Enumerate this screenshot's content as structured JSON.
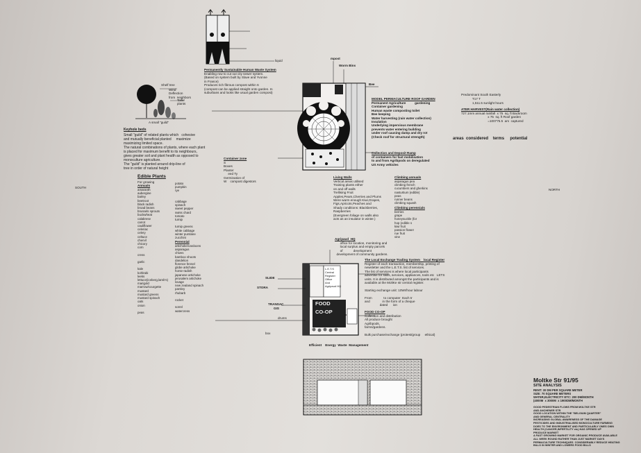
{
  "waste": {
    "title": "Permanently Sustainable Human Waste System",
    "body": "Enabling row to cut out city sewer system.\n(Based on system built by Slave and Yvonne\nin France)\nProduces rich fibrous compost within 6\n(compost can be applied straight onto garden. In\nsuburbans and looks like usual garden compost)",
    "liquid": "liquid"
  },
  "compost": {
    "compost": "mpost",
    "worm": "Worm Bins",
    "bee": "Bee"
  },
  "keyhole": {
    "shade": "Shelf tree",
    "lbl2": "Wind\nDeflection\nfrom  neighbors",
    "lbl3": "Taller\nplants",
    "caption": "A small \"guild\"",
    "title": "Keyhole beds",
    "body": "Small \"guild\" of related plants which   cohesive\nand mutually beneficial planted     maximize\nmaximizing limited space.\nThe natural combinations of plants, where each plant\nis placed for maximum benefit to its neighbours,\ngives greater soil and plant health as opposed to\nmonoculture agriculture.\nThe \"guild\" is planted around drip-line of\ntree in order of natural height"
  },
  "roof": {
    "title": "MODEL PERMACULTURE ROOF GARDEN",
    "body": "Permanent Agriculture          gardening\nContainer gardening\nHuman waste composting toilet\nBee keeping\nWater harvesting (rain water collection)\nInsulation\nUnderlying impervious membrane\nprevents water entering building\nunder roof causing damp and dry rot\n(Check roof for structural strength)"
  },
  "solar": {
    "line1": "Predominant South Easterly",
    "line2": "T17 T",
    "line3": "1,511.5 sunlight hours",
    "title": "ATER HARVEST(Rain water collection)",
    "line4": "727.1mm annual rainfall  x 75  sq. ft Backroom\n                              x 75  sq. ft Roof garden\n                              =100775.5  am  captured"
  },
  "areas": "areas  considered    terms     potential",
  "ramp": {
    "title": "Collection and Deposit Ramp",
    "body": "of containers for fast mobilisation\nto and from Agribpods on deregulated\nUS Army vehicles"
  },
  "container": {
    "title": "Container zone",
    "body": "S\nBoxes\nPlanter\n     eed Ty\nGermination of\nW    compost digestors"
  },
  "compass": {
    "south": "SOUTH",
    "north": "NORTH"
  },
  "edible": {
    "title": "Edible Plants",
    "subtitle": "For growing",
    "annuals": "Annuals",
    "col1": [
      "amaranth",
      "aubergine",
      "barley",
      "beetroot",
      "black radish",
      "broad beans",
      "brussels sprouts",
      "buckwheat",
      "calabrese",
      "carrot",
      "cauliflower",
      "celeriac",
      "celery",
      "celtuce",
      "chervil",
      "chicory",
      "corn",
      "",
      "cress",
      "",
      "garlic",
      "",
      "kale",
      "kohlrabi",
      "leeks",
      "lettuce(iceberg,lamb's)",
      "marigold",
      "marrow/courgette",
      "mustard",
      "mustard greens",
      "mustard spinach",
      "oats",
      "onion",
      "",
      "peas",
      "",
      "",
      "",
      ""
    ],
    "col2": [
      "potato",
      "pumpkin",
      "rye",
      "",
      "",
      "cabbage",
      "spinach",
      "sweet pepper",
      "swiss chard",
      "tomato",
      "turnip",
      "",
      "turnip greens",
      "white cabbage",
      "winter purslane",
      "zucchini"
    ],
    "perennial": "Perennial",
    "col3": [
      "artichoke/cardoons",
      "asparagus",
      "chives",
      "bamboo shoots",
      "dandelion",
      "florence fennel",
      "globe artichoke",
      "horse-radish",
      "japanese artichoke",
      "jerusalem artichoke",
      "lovage",
      "new zealand spinach",
      "parsley",
      "rhubarb",
      "",
      "rocket",
      "",
      "sorrel",
      "watercress",
      ""
    ]
  },
  "walls": {
    "title": "Living Walls",
    "body": "Vertical areas utilised\nTraining plants either\non and off walls\nTrellising Fruit\nApples,Pears,Cherries and Plums\nWere warm enough Kiwi,Grapes,\nFigs,Apricots,Peaches and\nShady conditions: Blackberries,\nRaspberries\n(Evergreen foliage on walls also\nacts as an insulator in winter.)"
  },
  "climbing": {
    "title": "Climbing annuals",
    "list1": [
      "asparagus pea",
      "climbing french",
      "cucumbers and gherkins",
      "nasturtium  (edible)",
      "peas",
      "runner beans",
      "climbing squash"
    ],
    "perennials": "Climbing perennials",
    "list2": [
      "berries",
      "grape",
      "honeysuckle (for",
      "hop (edible s",
      "kiwi fruit",
      "passion flower",
      "rue fruit",
      "vine"
    ]
  },
  "agri": {
    "title": "Agripaud  HQ",
    "body": "      office for location, monitoring and\n      local surplus and empty parcels\n      of            development\n  development of community gardens."
  },
  "lets": {
    "title": "The Local Exchange Trading System    local Register",
    "body": "Register of each transaction, membership, printing of\nnewsletter and the L.E.T.S. list of services.\nThe list of services is where local participants\nadvertise for skills, services, appliances, tools etc   LETS\nunits. It is distributed amongst the participants and is\navailable at the MoltKe str central register.\n\nStarting exchange unit: 10Wr/hour labour\n\nFrom             to computer  Each tr\nand              in the form of a cheque\n                 dated      ion"
  },
  "coop": {
    "title": "FOOD CO-OP",
    "body": "Collection and distribution\nAll produce brought\nAgribpods,\nfarms/gardens.\n\nBulk purchase/exchange (protest/group     ethical)"
  },
  "plan2": {
    "food": "FOOD",
    "coop": "CO-OP",
    "lets": "L.E.T.S\nCentral\nRegister\nOffice\nAnd\nAgripaud HQ",
    "slide": "SLIDE",
    "storage": "STORA",
    "trans": "TRANSAC",
    "gis": "GIS",
    "ps": "P",
    "drums": "drums",
    "box": "box",
    "mgmt": "Efficient    Energy  Waste  Management"
  },
  "site": {
    "title": "Moltke Str 91/95",
    "subtitle": "SITE ANALYSIS",
    "facts": "RENT: 30 DM PER SQUARE METER\nSIZE: 70 SQUARE METERS\nWATER,ELECTRICITY ETC: 200 DM/MONTH\n(4000M  x 3000M  x 1900DM/MONTH",
    "notes": "GOOD PEDESTRIAN FLOWS FROM MOLTKE STR\nAND ANCHENER STR\nGOOD LOCATION WITHIN THE \"BELGIUM QUARTER\"\nAND GENERAL CENTRALITY\nINCREASING GLOBAL AWARENESS OF THE DAMAGE\nPESTICIDES AND INDUSTRIALISED MONOCULTURE FARMING\nDOES TO THE ENVIRONMENT AND PARTICULARLY ONES OWN\nHEALTH (CANCER,INFERTILITY etc) HAS OPENED UP\nPRODUCE MARKET\nA FAST GROWING MARKET FOR ORGANIC PRODUCE AVAILABLE\nALL WEEK ROUND RATHER THAN JUST MARKET DAYS\nPERMACULTURE TECHNIQUES  CONSIDERABLY REDUCE HEATING\nBILLS IN WINTER AND LOWERS FOOD BILLS"
  }
}
